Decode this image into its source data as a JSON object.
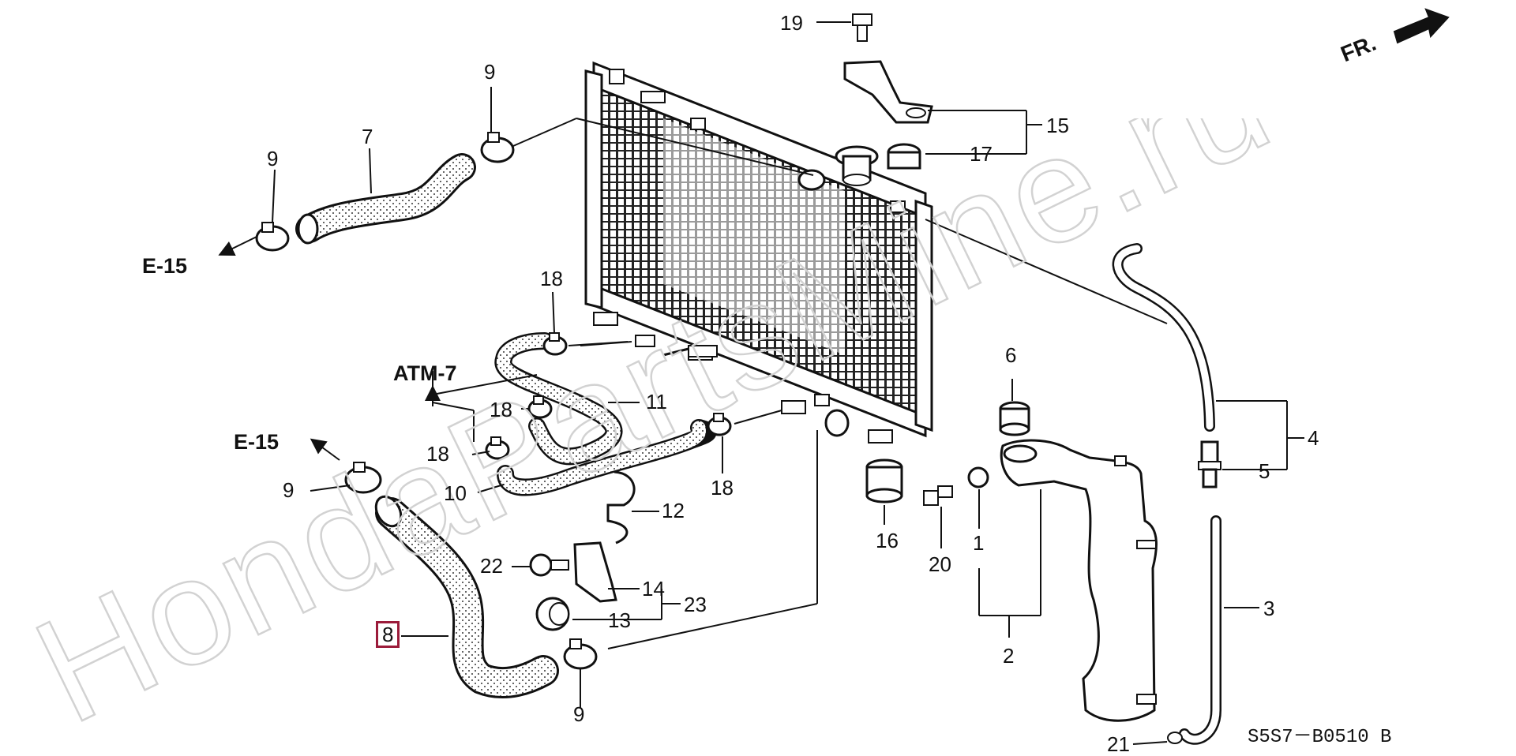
{
  "watermark": "HondaPartsMine.ru",
  "direction_label": "FR.",
  "diagram_code": "S5S7－B0510 B",
  "highlighted_part": "8",
  "refs": {
    "e15_top": "E-15",
    "e15_left": "E-15",
    "atm7": "ATM-7"
  },
  "callouts": {
    "c19": "19",
    "c15": "15",
    "c17": "17",
    "c9_top": "9",
    "c7": "7",
    "c9_upper_left": "9",
    "c18_top": "18",
    "c18_mid": "18",
    "c18_left": "18",
    "c11": "11",
    "c10": "10",
    "c18_right": "18",
    "c9_left": "9",
    "c12": "12",
    "c22": "22",
    "c14": "14",
    "c23": "23",
    "c13": "13",
    "c8": "8",
    "c9_bottom": "9",
    "c6": "6",
    "c16": "16",
    "c20": "20",
    "c1": "1",
    "c2": "2",
    "c4": "4",
    "c5": "5",
    "c3": "3",
    "c21": "21"
  }
}
